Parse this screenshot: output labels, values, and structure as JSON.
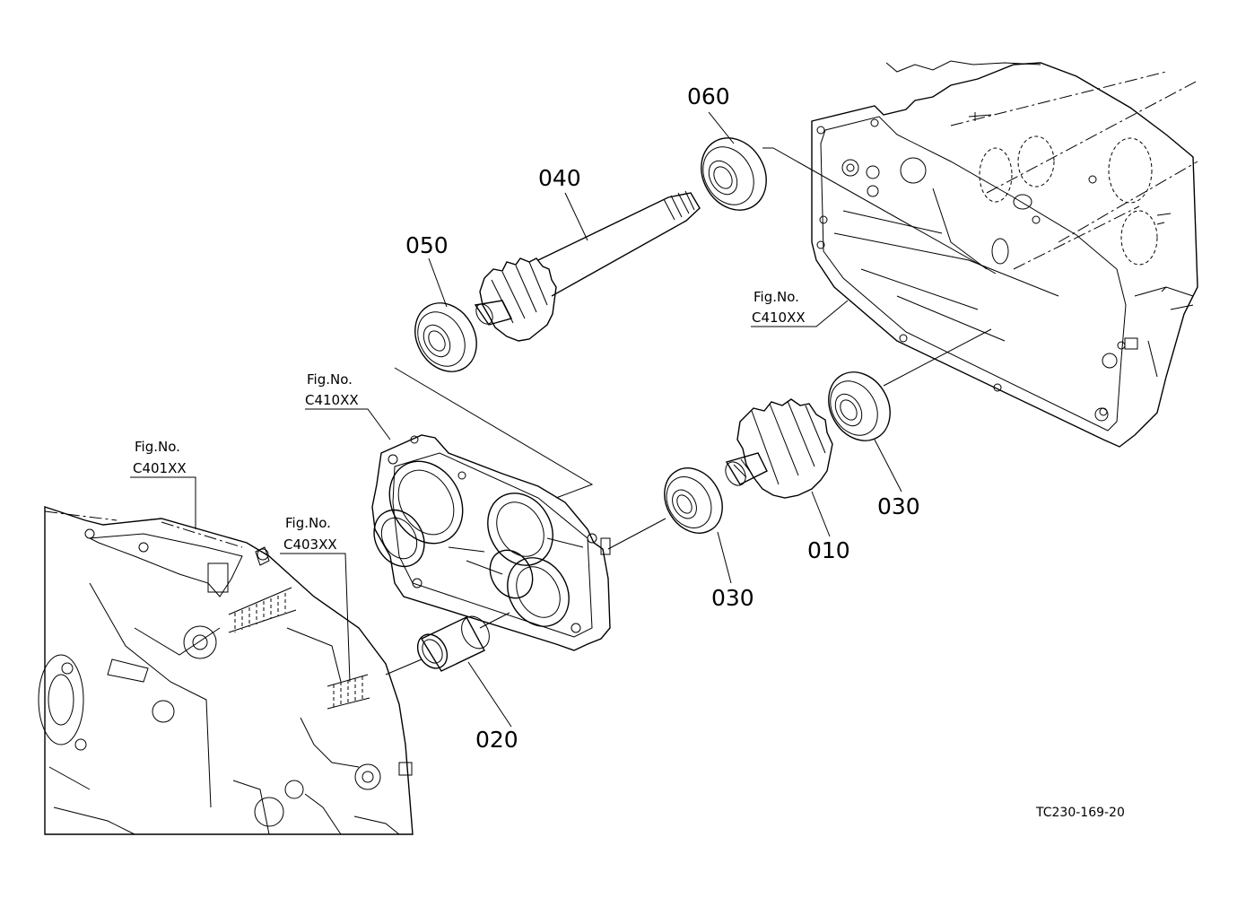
{
  "diagram": {
    "code": "TC230-169-20",
    "parts": [
      {
        "id": "part-010",
        "number": "010"
      },
      {
        "id": "part-020",
        "number": "020"
      },
      {
        "id": "part-030-left",
        "number": "030"
      },
      {
        "id": "part-030-right",
        "number": "030"
      },
      {
        "id": "part-040",
        "number": "040"
      },
      {
        "id": "part-050",
        "number": "050"
      },
      {
        "id": "part-060",
        "number": "060"
      }
    ],
    "figure_refs": [
      {
        "id": "fig-c410-top",
        "prefix": "Fig.No.",
        "code": "C410XX"
      },
      {
        "id": "fig-c410-mid",
        "prefix": "Fig.No.",
        "code": "C410XX"
      },
      {
        "id": "fig-c401",
        "prefix": "Fig.No.",
        "code": "C401XX"
      },
      {
        "id": "fig-c403",
        "prefix": "Fig.No.",
        "code": "C403XX"
      }
    ]
  }
}
